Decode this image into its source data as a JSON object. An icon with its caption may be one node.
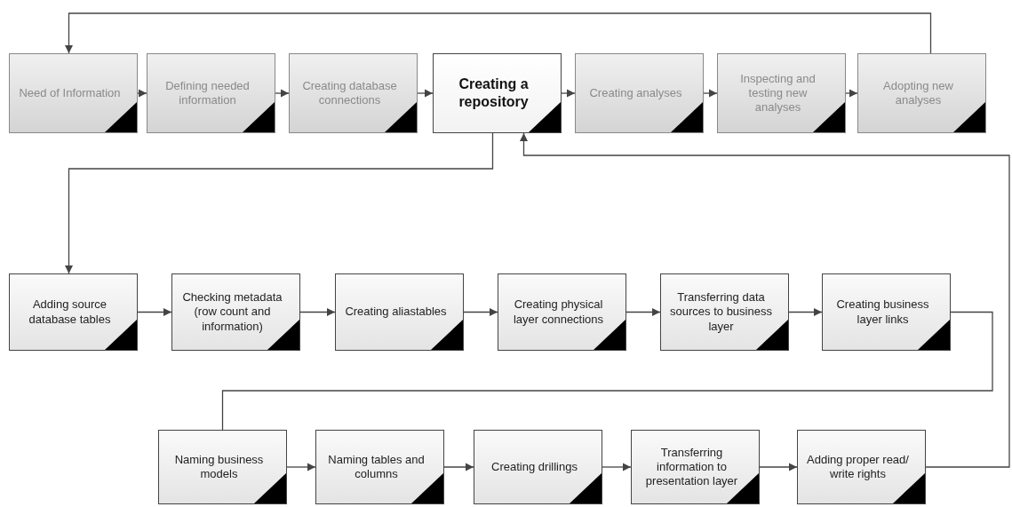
{
  "diagram": {
    "nodes": [
      {
        "text": [
          "Need of Information"
        ]
      },
      {
        "text": [
          "Defining needed information"
        ]
      },
      {
        "text": [
          "Creating database connections"
        ]
      },
      {
        "text": [
          "Creating a repository"
        ]
      },
      {
        "text": [
          "Creating analyses"
        ]
      },
      {
        "text": [
          "Inspecting and testing new analyses"
        ]
      },
      {
        "text": [
          "Adopting new analyses"
        ]
      },
      {
        "text": [
          "Adding source database tables"
        ]
      },
      {
        "text": [
          "Checking metadata (row count and information)"
        ]
      },
      {
        "text": [
          "Creating aliastables"
        ]
      },
      {
        "text": [
          "Creating physical layer connections"
        ]
      },
      {
        "text": [
          "Transferring data sources to business layer"
        ]
      },
      {
        "text": [
          "Creating business layer links"
        ]
      },
      {
        "text": [
          "Naming business models"
        ]
      },
      {
        "text": [
          "Naming tables and columns"
        ]
      },
      {
        "text": [
          "Creating drillings"
        ]
      },
      {
        "text": [
          "Transferring information to presentation layer"
        ]
      },
      {
        "text": [
          "Adding proper read/ write rights"
        ]
      }
    ],
    "edges": [
      {
        "from": 0,
        "to": 1,
        "arrow": "to"
      },
      {
        "from": 1,
        "to": 2,
        "arrow": "to"
      },
      {
        "from": 2,
        "to": 3,
        "arrow": "to"
      },
      {
        "from": 3,
        "to": 4,
        "arrow": "to"
      },
      {
        "from": 4,
        "to": 5,
        "arrow": "to"
      },
      {
        "from": 5,
        "to": 6,
        "arrow": "to"
      },
      {
        "from": 6,
        "to": 0,
        "arrow": "to"
      },
      {
        "from": 3,
        "to": 7,
        "arrow": "to"
      },
      {
        "from": 7,
        "to": 8,
        "arrow": "to"
      },
      {
        "from": 8,
        "to": 9,
        "arrow": "to"
      },
      {
        "from": 9,
        "to": 10,
        "arrow": "to"
      },
      {
        "from": 10,
        "to": 11,
        "arrow": "to"
      },
      {
        "from": 11,
        "to": 12,
        "arrow": "to"
      },
      {
        "from": 12,
        "to": 13,
        "arrow": "none"
      },
      {
        "from": 13,
        "to": 14,
        "arrow": "to"
      },
      {
        "from": 14,
        "to": 15,
        "arrow": "to"
      },
      {
        "from": 15,
        "to": 16,
        "arrow": "to"
      },
      {
        "from": 16,
        "to": 17,
        "arrow": "to"
      },
      {
        "from": 17,
        "to": 3,
        "arrow": "to"
      }
    ]
  }
}
